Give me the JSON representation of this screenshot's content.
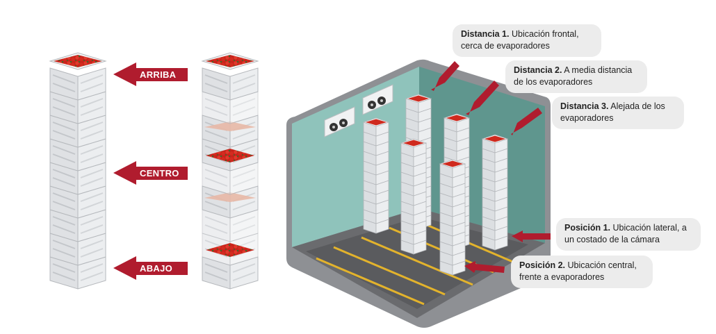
{
  "stack_labels": {
    "top": "ARRIBA",
    "middle": "CENTRO",
    "bottom": "ABAJO"
  },
  "callouts": {
    "distancia1": {
      "title": "Distancia 1.",
      "text": "Ubicación frontal, cerca de evaporadores"
    },
    "distancia2": {
      "title": "Distancia 2.",
      "text": "A media distancia de los evaporadores"
    },
    "distancia3": {
      "title": "Distancia 3.",
      "text": "Alejada de los evaporadores"
    },
    "posicion1": {
      "title": "Posición 1.",
      "text": "Ubicación lateral, a un costado de la cámara"
    },
    "posicion2": {
      "title": "Posición 2.",
      "text": "Ubicación central, frente a evaporadores"
    }
  },
  "colors": {
    "arrow": "#b01c2e",
    "crate": "#e4e6e8",
    "crate_dark": "#c9ccd0",
    "tomato": "#d3281f",
    "leaf": "#3c6b2a",
    "wall": "#7fb4ac",
    "wall_dark": "#5f968e",
    "floor": "#6f6f6f",
    "floor_stripe": "#e3b32c",
    "pink_layer": "#e8b8a6"
  }
}
